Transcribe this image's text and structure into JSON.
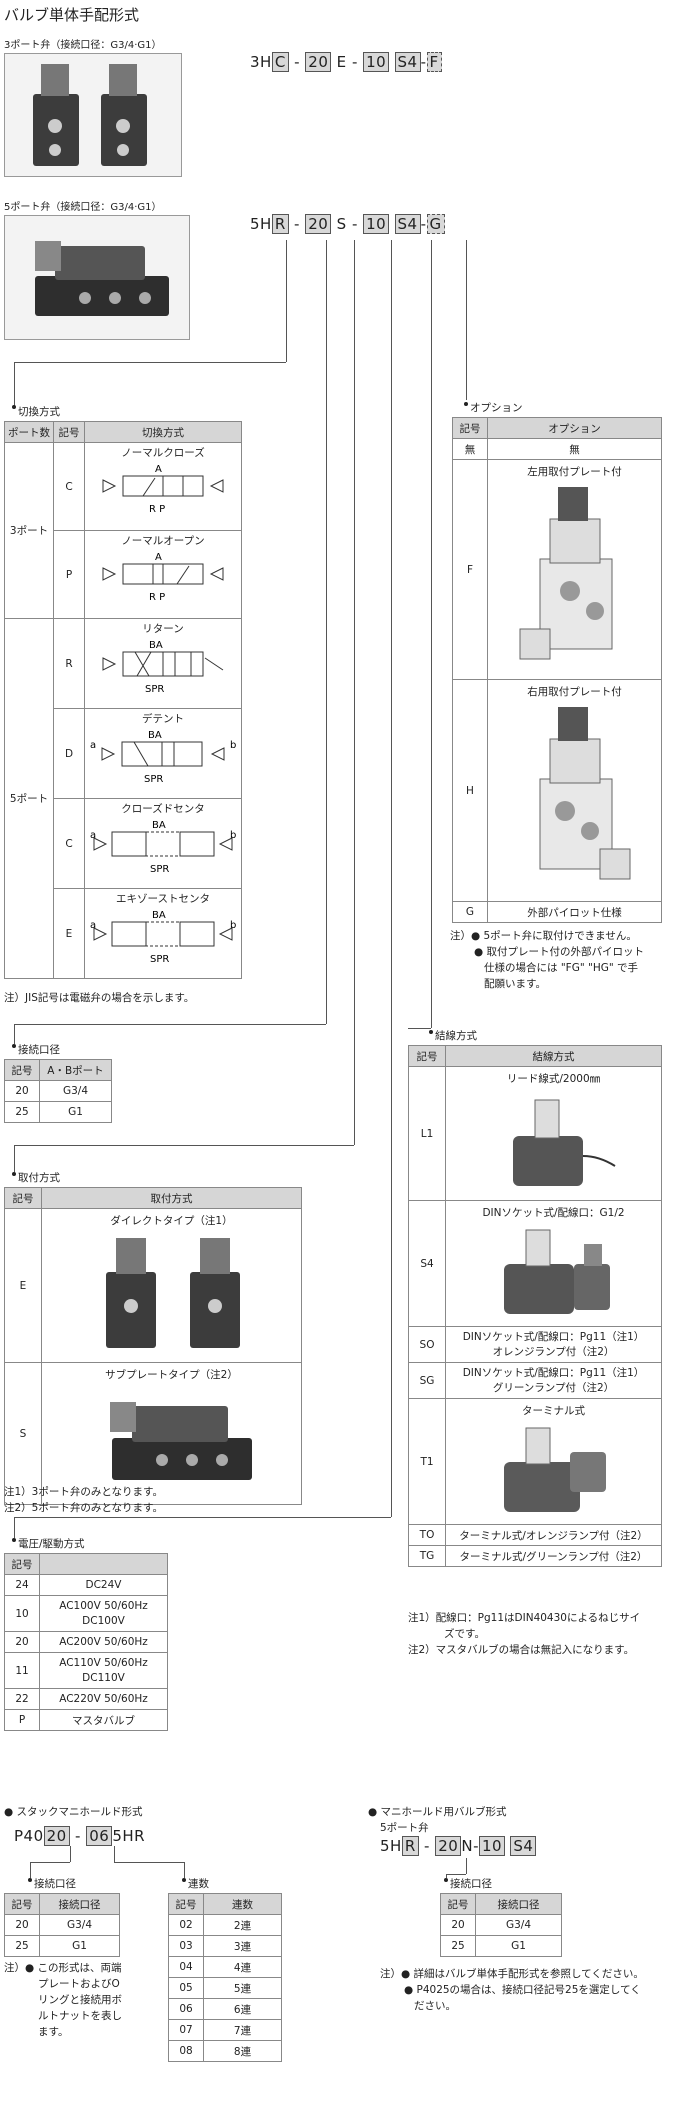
{
  "title": "バルブ単体手配形式",
  "port3": {
    "caption": "3ポート弁（接続口径：G3/4·G1）",
    "code": {
      "prefix": "3H",
      "sel": "C",
      "d1": "-",
      "size": "20",
      "mid": "E",
      "d2": "-",
      "volt": "10",
      "wire": "S4",
      "d3": "-",
      "opt": "F"
    }
  },
  "port5": {
    "caption": "5ポート弁（接続口径：G3/4·G1）",
    "code": {
      "prefix": "5H",
      "sel": "R",
      "d1": "-",
      "size": "20",
      "mid": "S",
      "d2": "-",
      "volt": "10",
      "wire": "S4",
      "d3": "-",
      "opt": "G"
    }
  },
  "switching": {
    "label": "切換方式",
    "headers": [
      "ポート数",
      "記号",
      "切換方式"
    ],
    "group3": "3ポート",
    "group5": "5ポート",
    "rows": [
      {
        "code": "C",
        "name": "ノーマルクローズ",
        "sym": "R P",
        "top": "A"
      },
      {
        "code": "P",
        "name": "ノーマルオープン",
        "sym": "R P",
        "top": "A"
      },
      {
        "code": "R",
        "name": "リターン",
        "sym": "SPR",
        "top": "BA"
      },
      {
        "code": "D",
        "name": "デテント",
        "sym": "SPR",
        "top": "BA",
        "a": "a",
        "b": "b"
      },
      {
        "code": "C",
        "name": "クローズドセンタ",
        "sym": "SPR",
        "top": "BA",
        "a": "a",
        "b": "b"
      },
      {
        "code": "E",
        "name": "エキゾーストセンタ",
        "sym": "SPR",
        "top": "BA",
        "a": "a",
        "b": "b"
      }
    ],
    "note": "注）JIS記号は電磁弁の場合を示します。"
  },
  "option": {
    "label": "オプション",
    "headers": [
      "記号",
      "オプション"
    ],
    "rows": [
      {
        "code": "無",
        "name": "無"
      },
      {
        "code": "F",
        "name": "左用取付プレート付"
      },
      {
        "code": "H",
        "name": "右用取付プレート付"
      },
      {
        "code": "G",
        "name": "外部パイロット仕様"
      }
    ],
    "notes": [
      "注）● 5ポート弁に取付けできません。",
      "● 取付プレート付の外部パイロット",
      "仕様の場合には \"FG\" \"HG\" で手",
      "配願います。"
    ]
  },
  "port_size": {
    "label": "接続口径",
    "headers": [
      "記号",
      "A・Bポート"
    ],
    "rows": [
      {
        "code": "20",
        "val": "G3/4"
      },
      {
        "code": "25",
        "val": "G1"
      }
    ]
  },
  "wiring": {
    "label": "結線方式",
    "headers": [
      "記号",
      "結線方式"
    ],
    "rows": [
      {
        "code": "L1",
        "lines": [
          "リード線式/2000㎜"
        ]
      },
      {
        "code": "S4",
        "lines": [
          "DINソケット式/配線口：G1/2"
        ]
      },
      {
        "code": "SO",
        "lines": [
          "DINソケット式/配線口：Pg11（注1）",
          "オレンジランプ付（注2）"
        ]
      },
      {
        "code": "SG",
        "lines": [
          "DINソケット式/配線口：Pg11（注1）",
          "グリーンランプ付（注2）"
        ]
      },
      {
        "code": "T1",
        "lines": [
          "ターミナル式"
        ]
      },
      {
        "code": "TO",
        "lines": [
          "ターミナル式/オレンジランプ付（注2）"
        ]
      },
      {
        "code": "TG",
        "lines": [
          "ターミナル式/グリーンランプ付（注2）"
        ]
      }
    ],
    "notes": [
      "注1）配線口：Pg11はDIN40430によるねじサイ",
      "ズです。",
      "注2）マスタバルブの場合は無記入になります。"
    ]
  },
  "mounting": {
    "label": "取付方式",
    "headers": [
      "記号",
      "取付方式"
    ],
    "rows": [
      {
        "code": "E",
        "name": "ダイレクトタイプ（注1）"
      },
      {
        "code": "S",
        "name": "サブプレートタイプ（注2）"
      }
    ],
    "notes": [
      "注1）3ポート弁のみとなります。",
      "注2）5ポート弁のみとなります。"
    ]
  },
  "voltage": {
    "label": "電圧/駆動方式",
    "headers": [
      "記号",
      ""
    ],
    "rows": [
      {
        "code": "24",
        "lines": [
          "DC24V"
        ]
      },
      {
        "code": "10",
        "lines": [
          "AC100V 50/60Hz",
          "DC100V"
        ]
      },
      {
        "code": "20",
        "lines": [
          "AC200V 50/60Hz"
        ]
      },
      {
        "code": "11",
        "lines": [
          "AC110V 50/60Hz",
          "DC110V"
        ]
      },
      {
        "code": "22",
        "lines": [
          "AC220V 50/60Hz"
        ]
      },
      {
        "code": "P",
        "lines": [
          "マスタバルブ"
        ]
      }
    ]
  },
  "stack": {
    "title": "● スタックマニホールド形式",
    "code": {
      "prefix": "P40",
      "size": "20",
      "d": "-",
      "n": "06",
      "suffix": "5HR"
    },
    "size_label": "接続口径",
    "size_headers": [
      "記号",
      "接続口径"
    ],
    "size_rows": [
      {
        "code": "20",
        "val": "G3/4"
      },
      {
        "code": "25",
        "val": "G1"
      }
    ],
    "count_label": "連数",
    "count_headers": [
      "記号",
      "連数"
    ],
    "count_rows": [
      {
        "code": "02",
        "val": "2連"
      },
      {
        "code": "03",
        "val": "3連"
      },
      {
        "code": "04",
        "val": "4連"
      },
      {
        "code": "05",
        "val": "5連"
      },
      {
        "code": "06",
        "val": "6連"
      },
      {
        "code": "07",
        "val": "7連"
      },
      {
        "code": "08",
        "val": "8連"
      }
    ],
    "notes": [
      "注）● この形式は、両端",
      "プレートおよびO",
      "リングと接続用ボ",
      "ルトナットを表し",
      "ます。"
    ]
  },
  "manifold": {
    "title": "● マニホールド用バルブ形式",
    "sub": "5ポート弁",
    "code": {
      "prefix": "5H",
      "sel": "R",
      "d": "-",
      "size": "20",
      "mid": "N-",
      "volt": "10",
      "wire": "S4"
    },
    "size_label": "接続口径",
    "headers": [
      "記号",
      "接続口径"
    ],
    "rows": [
      {
        "code": "20",
        "val": "G3/4"
      },
      {
        "code": "25",
        "val": "G1"
      }
    ],
    "notes": [
      "注）● 詳細はバルブ単体手配形式を参照してください。",
      "● P4025の場合は、接続口径記号25を選定してく",
      "ださい。"
    ]
  }
}
